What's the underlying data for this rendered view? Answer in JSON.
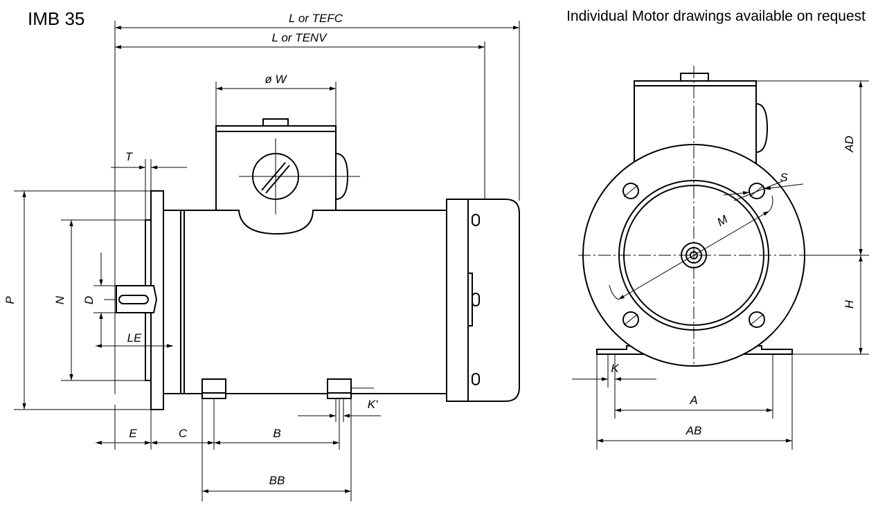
{
  "header": {
    "model": "IMB 35",
    "note": "Individual Motor drawings available on request"
  },
  "labels": {
    "l_tefc": "L or TEFC",
    "l_tenv": "L or TENV",
    "w": "ø W",
    "t": "T",
    "p": "P",
    "n": "N",
    "d": "D",
    "le": "LE",
    "e": "E",
    "c": "C",
    "b": "B",
    "k_prime": "K'",
    "bb": "BB",
    "ad": "AD",
    "h": "H",
    "s": "S",
    "m": "M",
    "k": "K",
    "a": "A",
    "ab": "AB"
  }
}
